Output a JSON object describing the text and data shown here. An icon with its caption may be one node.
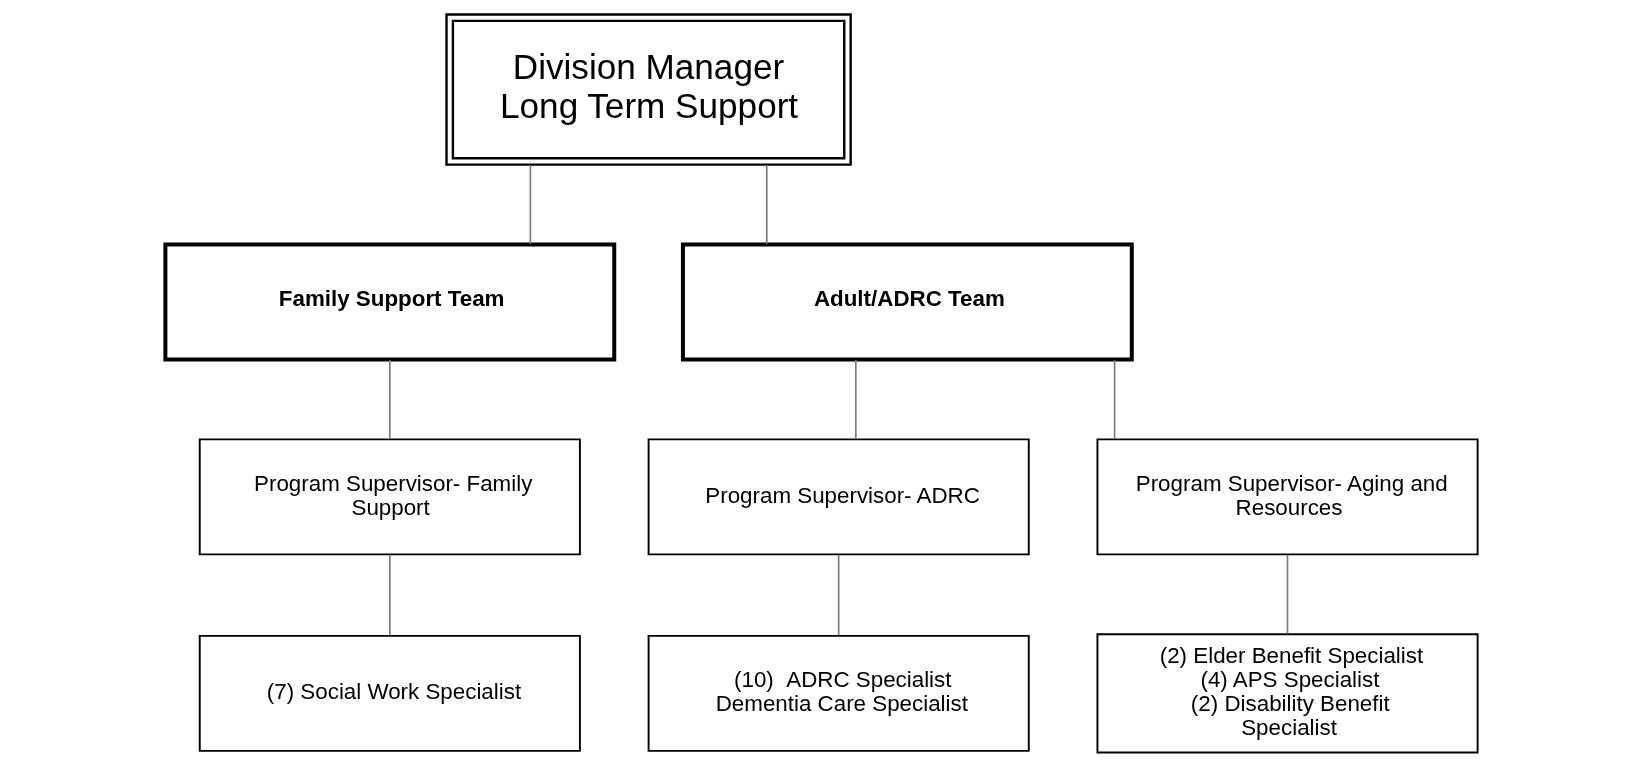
{
  "diagram": {
    "nodes": [
      {
        "text": [
          "Division Manager Long Term Support"
        ]
      },
      {
        "text": [
          "Family Support Team"
        ]
      },
      {
        "text": [
          "Adult/ADRC Team"
        ]
      },
      {
        "text": [
          "Program Supervisor- Family Support"
        ]
      },
      {
        "text": [
          "Program Supervisor- ADRC"
        ]
      },
      {
        "text": [
          "Program Supervisor- Aging and Resources"
        ]
      },
      {
        "text": [
          "(7) Social Work Specialist"
        ]
      },
      {
        "text": [
          "(10)  ADRC Specialist",
          "Dementia Care Specialist"
        ]
      },
      {
        "text": [
          "(2) Elder Benefit Specialist",
          "(4) APS Specialist",
          "(2) Disability Benefit Specialist"
        ]
      }
    ],
    "edges": [
      {
        "from": 0,
        "to": 1,
        "arrow": "none"
      },
      {
        "from": 0,
        "to": 2,
        "arrow": "none"
      },
      {
        "from": 1,
        "to": 3,
        "arrow": "none"
      },
      {
        "from": 2,
        "to": 4,
        "arrow": "none"
      },
      {
        "from": 2,
        "to": 5,
        "arrow": "none"
      },
      {
        "from": 3,
        "to": 6,
        "arrow": "none"
      },
      {
        "from": 4,
        "to": 7,
        "arrow": "none"
      },
      {
        "from": 5,
        "to": 8,
        "arrow": "none"
      }
    ]
  }
}
